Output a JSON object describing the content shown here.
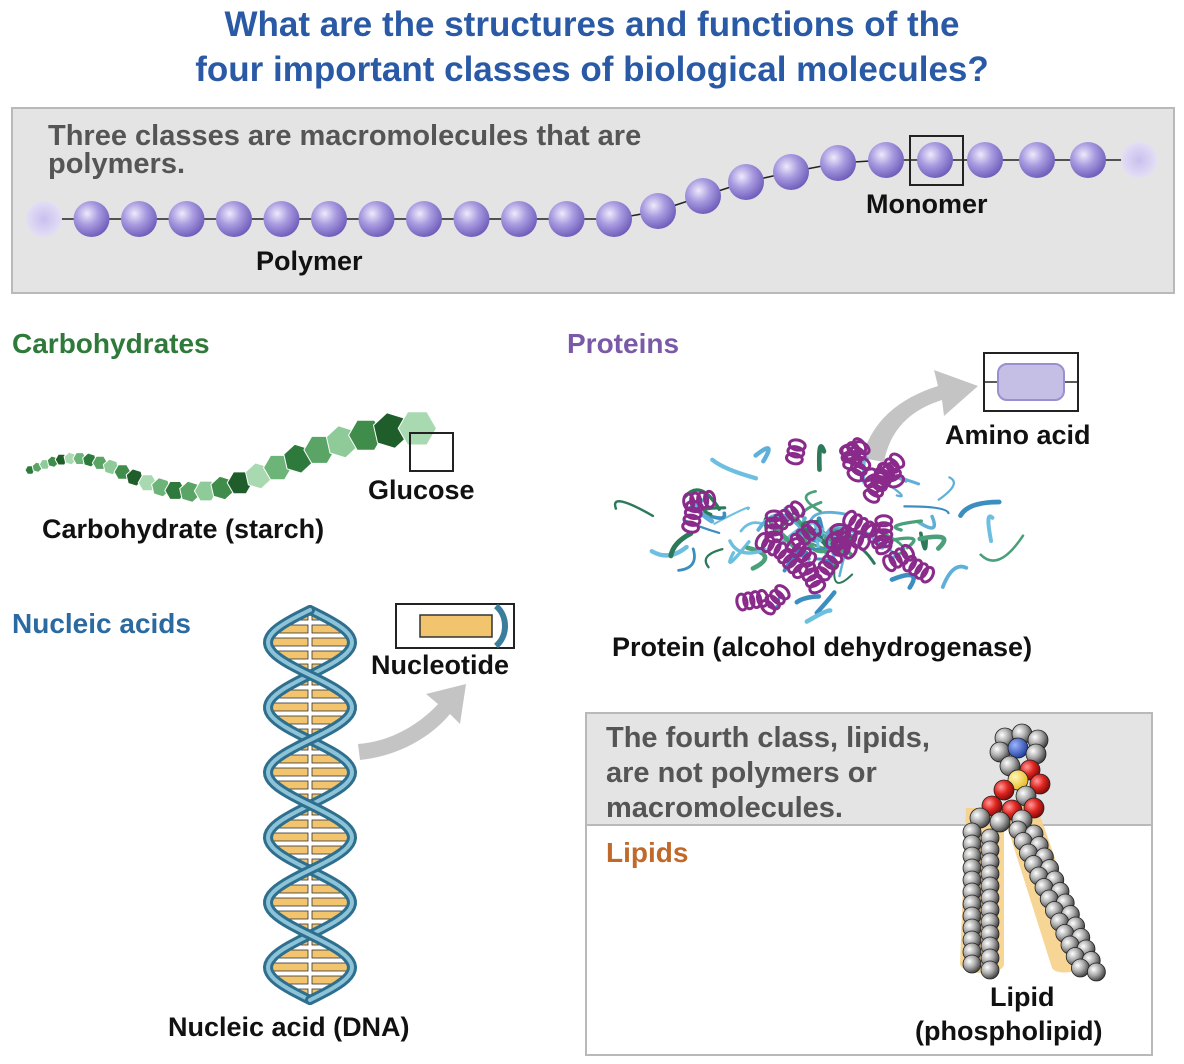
{
  "title": {
    "line1": "What are the structures and functions of the",
    "line2": "four important classes of biological molecules?"
  },
  "polymer_panel": {
    "text_line1": "Three classes are macromolecules that are",
    "text_line2": "polymers.",
    "polymer_label": "Polymer",
    "monomer_label": "Monomer"
  },
  "carbohydrates": {
    "heading": "Carbohydrates",
    "heading_color": "#2f7a3a",
    "glucose_label": "Glucose",
    "caption": "Carbohydrate (starch)"
  },
  "proteins": {
    "heading": "Proteins",
    "heading_color": "#7a5aa8",
    "amino_label": "Amino acid",
    "caption": "Protein (alcohol dehydrogenase)"
  },
  "nucleic_acids": {
    "heading": "Nucleic acids",
    "heading_color": "#2a6aa0",
    "nucleotide_label": "Nucleotide",
    "caption": "Nucleic acid (DNA)"
  },
  "lipids": {
    "text_line1": "The fourth class, lipids,",
    "text_line2": "are not polymers or",
    "text_line3": "macromolecules.",
    "heading": "Lipids",
    "heading_color": "#c0692a",
    "caption_line1": "Lipid",
    "caption_line2": "(phospholipid)"
  }
}
